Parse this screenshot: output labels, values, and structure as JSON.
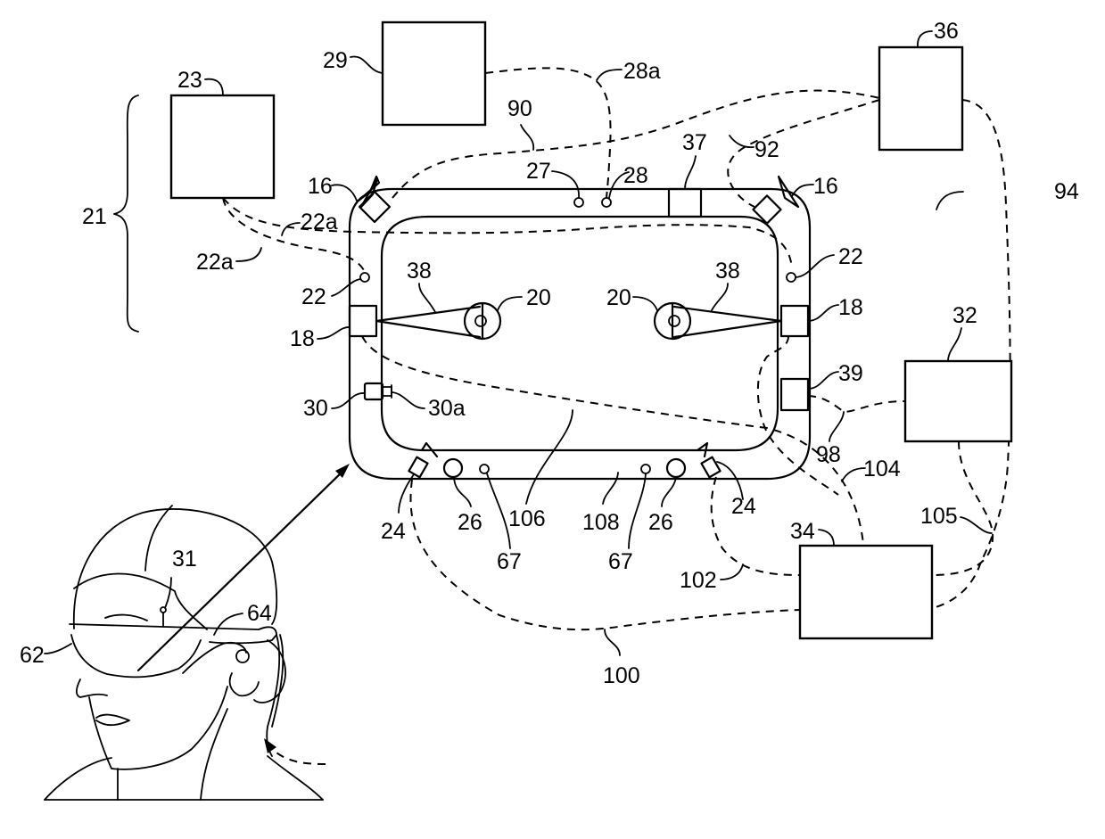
{
  "figure": {
    "title": "Head-mounted display system schematic with peripheral modules",
    "labels": {
      "l21": "21",
      "l23": "23",
      "l29": "29",
      "l28a": "28a",
      "l90": "90",
      "l36": "36",
      "l92": "92",
      "l94": "94",
      "l27": "27",
      "l28": "28",
      "l37": "37",
      "l16_left": "16",
      "l16_right": "16",
      "l22a_upper": "22a",
      "l22a_lower": "22a",
      "l22_left": "22",
      "l22_right": "22",
      "l38_left": "38",
      "l38_right": "38",
      "l20_left": "20",
      "l20_right": "20",
      "l18_left": "18",
      "l18_right": "18",
      "l39": "39",
      "l32": "32",
      "l98": "98",
      "l30": "30",
      "l30a": "30a",
      "l24_left": "24",
      "l24_right": "24",
      "l26_left": "26",
      "l26_right": "26",
      "l67_left": "67",
      "l67_right": "67",
      "l106": "106",
      "l108": "108",
      "l104": "104",
      "l105": "105",
      "l34": "34",
      "l102": "102",
      "l100": "100",
      "l31": "31",
      "l62": "62",
      "l64": "64"
    }
  }
}
